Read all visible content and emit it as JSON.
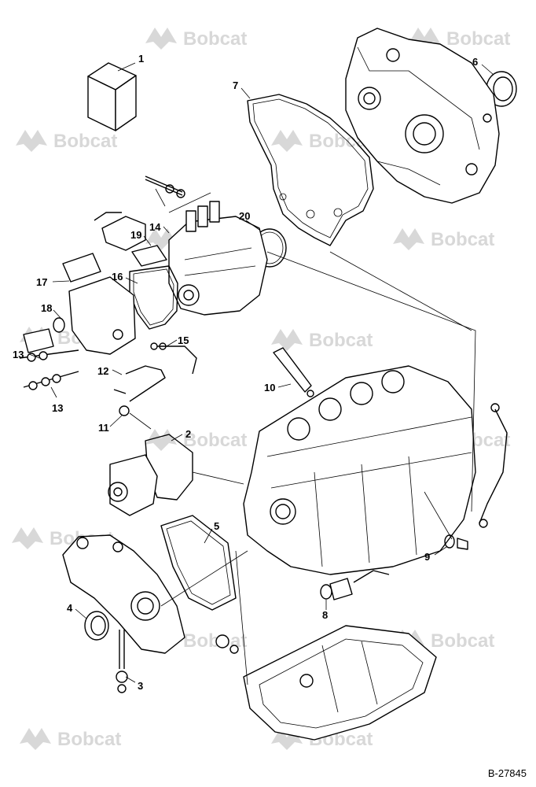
{
  "diagram": {
    "watermark_text": "Bobcat",
    "reference_code": "B-27845",
    "callouts": [
      {
        "id": "c1",
        "label": "1"
      },
      {
        "id": "c2",
        "label": "2"
      },
      {
        "id": "c3",
        "label": "3"
      },
      {
        "id": "c4",
        "label": "4"
      },
      {
        "id": "c5",
        "label": "5"
      },
      {
        "id": "c6",
        "label": "6"
      },
      {
        "id": "c7",
        "label": "7"
      },
      {
        "id": "c8",
        "label": "8"
      },
      {
        "id": "c9",
        "label": "9"
      },
      {
        "id": "c10",
        "label": "10"
      },
      {
        "id": "c11",
        "label": "11"
      },
      {
        "id": "c12",
        "label": "12"
      },
      {
        "id": "c13a",
        "label": "13"
      },
      {
        "id": "c13b",
        "label": "13"
      },
      {
        "id": "c14",
        "label": "14"
      },
      {
        "id": "c15",
        "label": "15"
      },
      {
        "id": "c16",
        "label": "16"
      },
      {
        "id": "c17",
        "label": "17"
      },
      {
        "id": "c18",
        "label": "18"
      },
      {
        "id": "c19",
        "label": "19"
      },
      {
        "id": "c20",
        "label": "20"
      }
    ]
  }
}
